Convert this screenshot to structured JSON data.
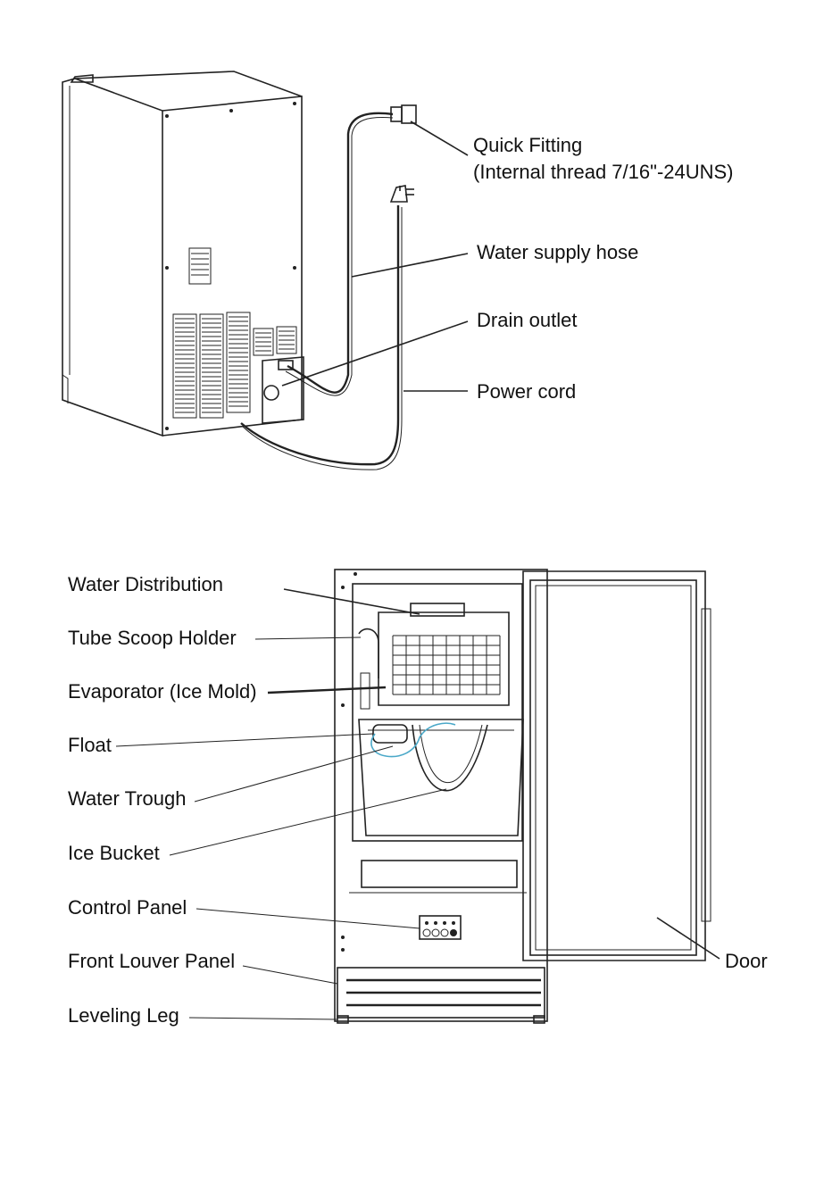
{
  "rear_view": {
    "labels": {
      "quick_fitting": "Quick Fitting",
      "quick_fitting_spec": "(Internal thread 7/16\"-24UNS)",
      "water_supply_hose": "Water supply hose",
      "drain_outlet": "Drain outlet",
      "power_cord": "Power cord"
    }
  },
  "front_view": {
    "labels": {
      "water_distribution": "Water Distribution",
      "tube_scoop_holder": "Tube Scoop Holder",
      "evaporator": "Evaporator (Ice Mold)",
      "float": "Float",
      "water_trough": "Water Trough",
      "ice_bucket": "Ice Bucket",
      "control_panel": "Control Panel",
      "front_louver_panel": "Front Louver Panel",
      "leveling_leg": "Leveling Leg",
      "door": "Door"
    }
  },
  "colors": {
    "line": "#222222",
    "float_wire": "#4aa8c8"
  }
}
